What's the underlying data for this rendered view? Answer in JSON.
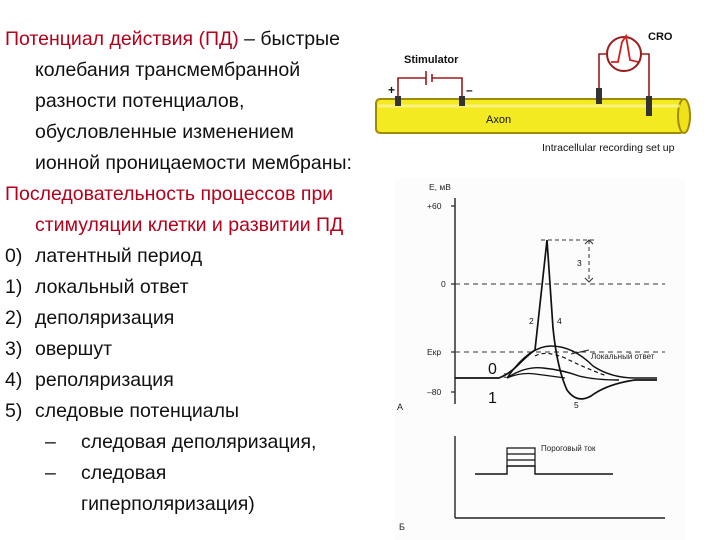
{
  "text": {
    "definition_term": "Потенциал действия (ПД)",
    "definition_dash": " – ",
    "definition_body": "быстрые колебания трансмембранной разности потенциалов, обусловленные изменением ионной проницаемости мембраны:",
    "sequence_heading": "Последовательность процессов при стимуляции клетки и развитии ПД",
    "items": [
      {
        "num": "0)",
        "label": "латентный период"
      },
      {
        "num": "1)",
        "label": "локальный ответ"
      },
      {
        "num": "2)",
        "label": "деполяризация"
      },
      {
        "num": "3)",
        "label": "овершут"
      },
      {
        "num": "4)",
        "label": "реполяризация"
      },
      {
        "num": "5)",
        "label": "следовые потенциалы"
      }
    ],
    "subitems": [
      {
        "dash": "–",
        "label": "следовая деполяризация,"
      },
      {
        "dash": "–",
        "label": "следовая гиперполяризация)"
      }
    ]
  },
  "setup_figure": {
    "stimulator_label": "Stimulator",
    "plus_sign": "+",
    "minus_sign": "–",
    "axon_label": "Axon",
    "cro_label": "CRO",
    "caption": "Intracellular recording set up",
    "colors": {
      "axon_fill": "#f4ea22",
      "axon_stroke": "#a08a00",
      "wire": "#9b1b1b",
      "scope_trace": "#d21f1f"
    }
  },
  "ap_figure": {
    "y_axis_label": "E, мВ",
    "ticks": {
      "plus60": "+60",
      "zero": "0",
      "ekr": "Eкр",
      "minus80": "–80"
    },
    "phase_labels": {
      "p0": "0",
      "p1": "1",
      "p2": "2",
      "p3": "3",
      "p4": "4",
      "p5": "5"
    },
    "local_response_label": "Локальный ответ",
    "threshold_current_label": "Пороговый ток",
    "panel_a": "А",
    "panel_b": "Б"
  }
}
